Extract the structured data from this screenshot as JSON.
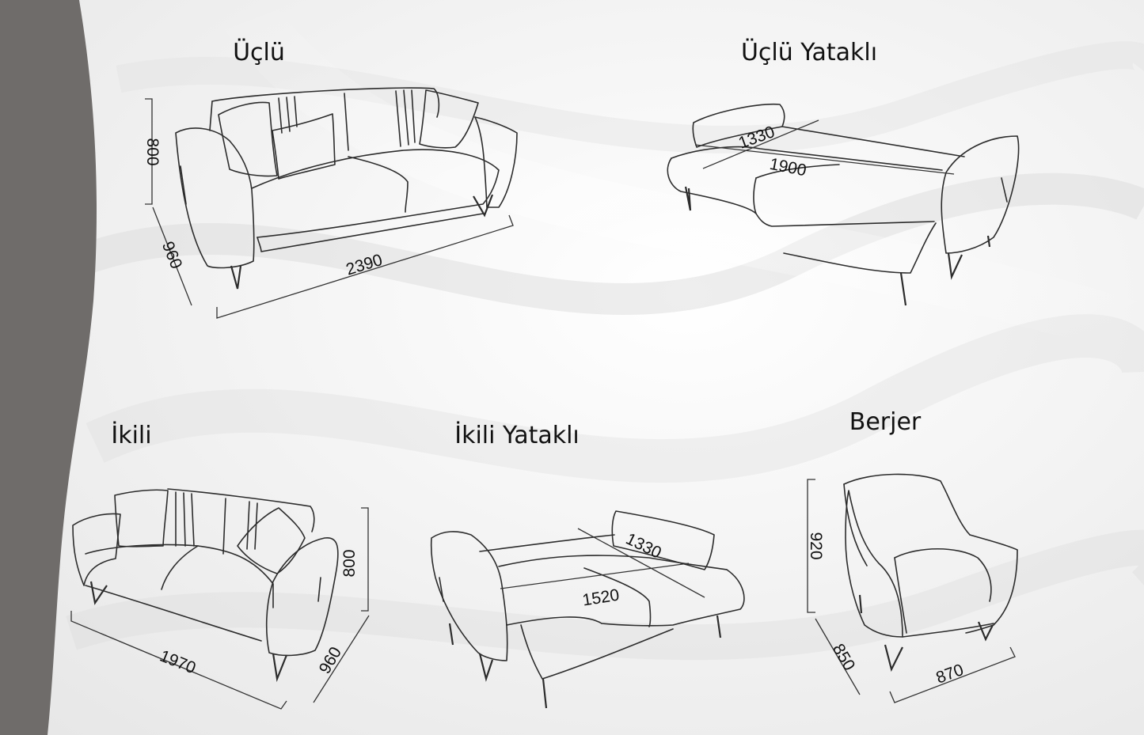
{
  "colors": {
    "sidebar": "#6f6c6a",
    "line": "#2c2c2c",
    "text": "#111111"
  },
  "products": [
    {
      "title": "Üçlü",
      "dims": {
        "height": "800",
        "depth": "960",
        "width": "2390"
      }
    },
    {
      "title": "Üçlü Yataklı",
      "dims": {
        "bed_depth": "1330",
        "bed_length": "1900"
      }
    },
    {
      "title": "İkili",
      "dims": {
        "width": "1970",
        "height": "800",
        "depth": "960"
      }
    },
    {
      "title": "İkili Yataklı",
      "dims": {
        "bed_depth": "1330",
        "bed_length": "1520"
      }
    },
    {
      "title": "Berjer",
      "dims": {
        "height": "920",
        "depth": "850",
        "width": "870"
      }
    }
  ]
}
